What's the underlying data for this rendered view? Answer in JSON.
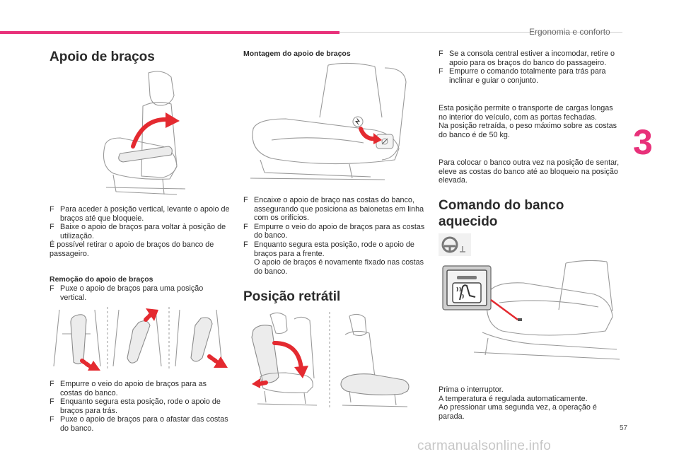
{
  "header": {
    "section_title": "Ergonomia e conforto",
    "chapter_number": "3",
    "page_number": "57"
  },
  "watermark": "carmanualsonline.info",
  "col1": {
    "title": "Apoio de braços",
    "items1": [
      {
        "marker": "F",
        "text": "Para aceder à posição vertical, levante o apoio de braços até que bloqueie."
      },
      {
        "marker": "F",
        "text": "Baixe o apoio de braços para voltar à posição de utilização."
      }
    ],
    "note1": "É possível retirar o apoio de braços do banco de passageiro.",
    "removal_title": "Remoção do apoio de braços",
    "removal_items": [
      {
        "marker": "F",
        "text": "Puxe o apoio de braços para uma posição vertical."
      }
    ],
    "items2": [
      {
        "marker": "F",
        "text": "Empurre o veio do apoio de braços para as costas do banco."
      },
      {
        "marker": "F",
        "text": "Enquanto segura esta posição, rode o apoio de braços para trás."
      },
      {
        "marker": "F",
        "text": "Puxe o apoio de braços para o afastar das costas do banco."
      }
    ]
  },
  "col2": {
    "mount_title": "Montagem do apoio de braços",
    "items": [
      {
        "marker": "F",
        "text": "Encaixe o apoio de braço nas costas do banco, assegurando que posiciona as baionetas em linha com os orifícios."
      },
      {
        "marker": "F",
        "text": "Empurre o veio do apoio de braços para as costas do banco."
      },
      {
        "marker": "F",
        "text": "Enquanto segura esta posição, rode o apoio de braços para a frente."
      }
    ],
    "note": "O apoio de braços é novamente fixado nas costas do banco.",
    "retract_title": "Posição retrátil"
  },
  "col3": {
    "items": [
      {
        "marker": "F",
        "text": "Se a consola central estiver a incomodar, retire o apoio para os braços do banco do passageiro."
      },
      {
        "marker": "F",
        "text": "Empurre o comando totalmente para trás para inclinar e guiar o conjunto."
      }
    ],
    "para1_lines": [
      "Esta posição permite o transporte de cargas longas no interior do veículo, com as portas fechadas.",
      "Na posição retraída, o peso máximo sobre as costas do banco é de 50 kg."
    ],
    "para2": "Para colocar o banco outra vez na posição de sentar, eleve as costas do banco até ao bloqueio na posição elevada.",
    "heated_title": "Comando do banco aquecido",
    "final_lines": [
      "Prima o interruptor.",
      "A temperatura é regulada automaticamente.",
      "Ao pressionar uma segunda vez, a operação é parada."
    ]
  }
}
